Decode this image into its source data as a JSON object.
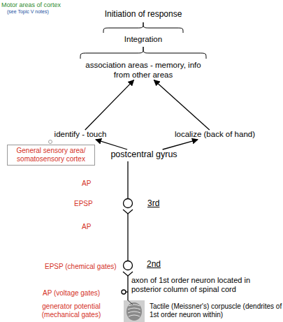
{
  "diagram": {
    "nodes": [
      {
        "text": [
          "Initiation of response"
        ]
      },
      {
        "text": [
          "Integration"
        ]
      },
      {
        "text": [
          "association areas - memory, info from other areas"
        ]
      },
      {
        "text": [
          "identify - touch"
        ]
      },
      {
        "text": [
          "localize (back of hand)"
        ]
      },
      {
        "text": [
          "postcentral gyrus"
        ]
      },
      {
        "text": [
          "General sensory area/ somatosensory cortex"
        ]
      }
    ],
    "edges": [
      {
        "from": 5,
        "to": 3,
        "arrow": "to"
      },
      {
        "from": 5,
        "to": 4,
        "arrow": "to"
      },
      {
        "from": 3,
        "to": 2,
        "arrow": "to"
      },
      {
        "from": 4,
        "to": 2,
        "arrow": "to"
      }
    ],
    "labels": [
      "Motor areas of cortex",
      "(see Topic V notes)",
      "AP",
      "EPSP",
      "3rd",
      "AP",
      "EPSP (chemical gates)",
      "2nd",
      "axon of 1st order neuron located in posterior column of spinal cord",
      "AP (voltage gates)",
      "generator potential (mechanical gates)",
      "Tactile (Meissner's) corpuscle (dendrites of 1st order neuron within)"
    ]
  }
}
